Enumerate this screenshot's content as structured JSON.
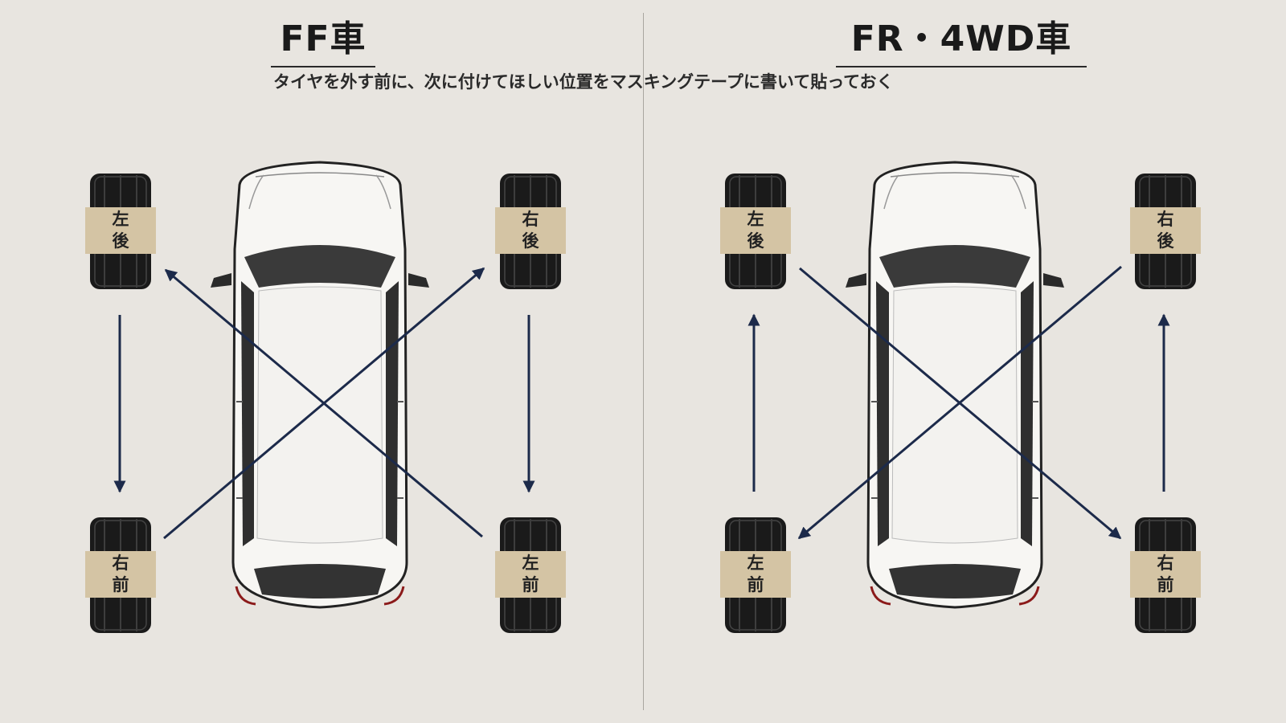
{
  "ff": {
    "title": "FF車",
    "tires": {
      "top_left": {
        "line1": "左",
        "line2": "後"
      },
      "top_right": {
        "line1": "右",
        "line2": "後"
      },
      "bottom_left": {
        "line1": "右",
        "line2": "前"
      },
      "bottom_right": {
        "line1": "左",
        "line2": "前"
      }
    }
  },
  "fr": {
    "title": "FR・4WD車",
    "tires": {
      "top_left": {
        "line1": "左",
        "line2": "後"
      },
      "top_right": {
        "line1": "右",
        "line2": "後"
      },
      "bottom_left": {
        "line1": "左",
        "line2": "前"
      },
      "bottom_right": {
        "line1": "右",
        "line2": "前"
      }
    }
  },
  "subtitle": "タイヤを外す前に、次に付けてほしい位置をマスキングテープに書いて貼っておく",
  "colors": {
    "background": "#e8e5e0",
    "arrow": "#1c2a4a",
    "tape": "#d4c4a4",
    "tire": "#1a1a1a"
  }
}
